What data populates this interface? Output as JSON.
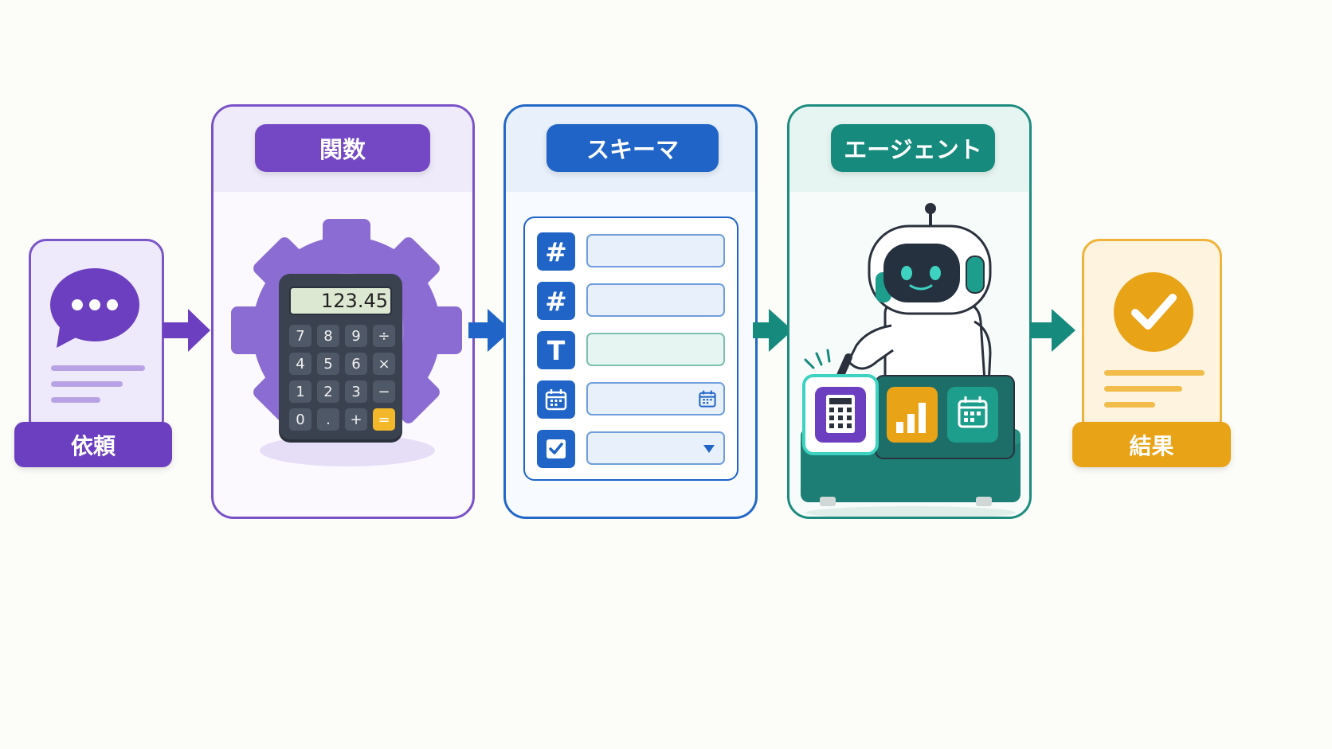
{
  "request": {
    "label": "依頼",
    "icon": "speech-bubble-icon",
    "color": "#6c3fc0"
  },
  "panels": {
    "function": {
      "title": "関数",
      "color": "#7448c4",
      "display_value": "123.45",
      "icon": "calculator-gear-icon"
    },
    "schema": {
      "title": "スキーマ",
      "color": "#1f64c6",
      "field_types": [
        "number",
        "number",
        "text",
        "date",
        "checkbox"
      ]
    },
    "agent": {
      "title": "エージェント",
      "color": "#168a7c",
      "icon": "robot-icon",
      "tools": [
        "calculator-icon",
        "bar-chart-icon",
        "calendar-icon"
      ]
    }
  },
  "calculator": {
    "keys": [
      "7",
      "8",
      "9",
      "÷",
      "4",
      "5",
      "6",
      "×",
      "1",
      "2",
      "3",
      "−",
      "0",
      ".",
      "+",
      "="
    ]
  },
  "result": {
    "label": "結果",
    "icon": "check-circle-icon",
    "color": "#e9a317"
  }
}
